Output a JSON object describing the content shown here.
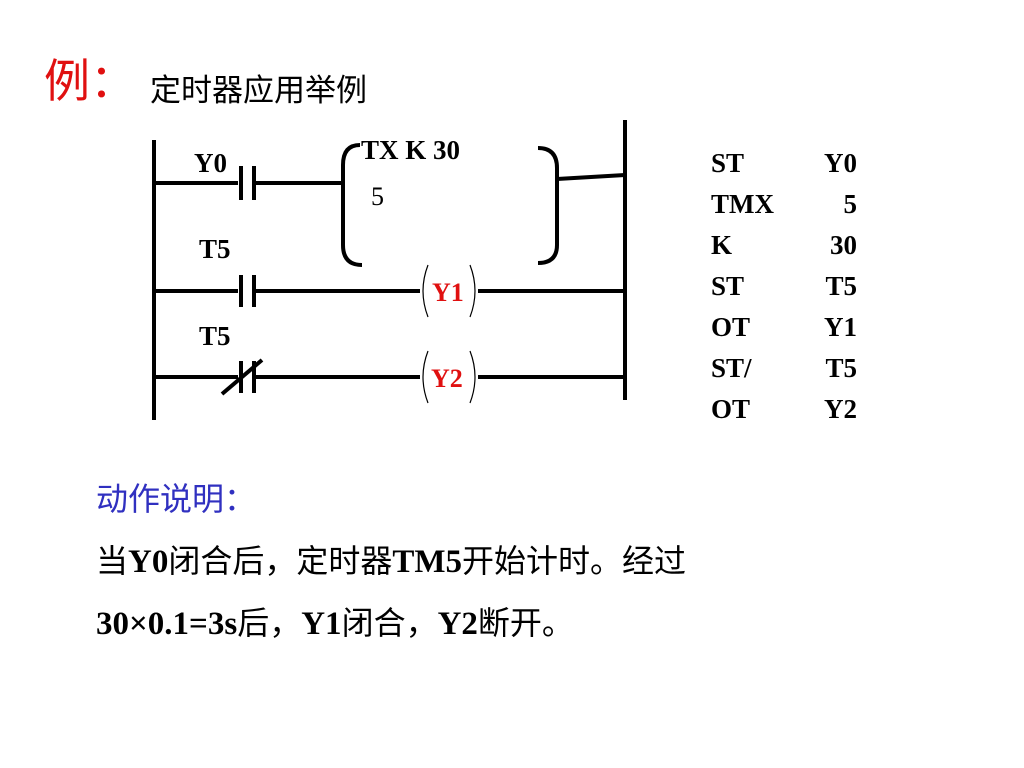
{
  "title": {
    "prefix": "例：",
    "text": "定时器应用举例"
  },
  "ladder": {
    "rung1": {
      "contact_label": "Y0",
      "timer_header": "TX K   30",
      "timer_number": "5"
    },
    "rung2": {
      "contact_label": "T5",
      "coil_label": "Y1"
    },
    "rung3": {
      "contact_label": "T5",
      "coil_label": "Y2"
    },
    "colors": {
      "coil": "#e01010",
      "lines": "#000000"
    }
  },
  "program": [
    {
      "op": "ST",
      "arg": "Y0"
    },
    {
      "op": "TMX",
      "arg": "5"
    },
    {
      "op": "K",
      "arg": "30"
    },
    {
      "op": "ST",
      "arg": "T5"
    },
    {
      "op": "OT",
      "arg": "Y1"
    },
    {
      "op": "ST/",
      "arg": "T5"
    },
    {
      "op": "OT",
      "arg": "Y2"
    }
  ],
  "description": {
    "heading": "动作说明：",
    "line1": [
      {
        "t": "当",
        "b": false
      },
      {
        "t": "Y0",
        "b": true
      },
      {
        "t": "闭合后，定时器",
        "b": false
      },
      {
        "t": "TM5",
        "b": true
      },
      {
        "t": "开始计时。经过",
        "b": false
      }
    ],
    "line2": [
      {
        "t": "30×0.1=3s",
        "b": true
      },
      {
        "t": "后，",
        "b": false
      },
      {
        "t": "Y1",
        "b": true
      },
      {
        "t": "闭合，",
        "b": false
      },
      {
        "t": "Y2",
        "b": true
      },
      {
        "t": "断开。",
        "b": false
      }
    ]
  }
}
